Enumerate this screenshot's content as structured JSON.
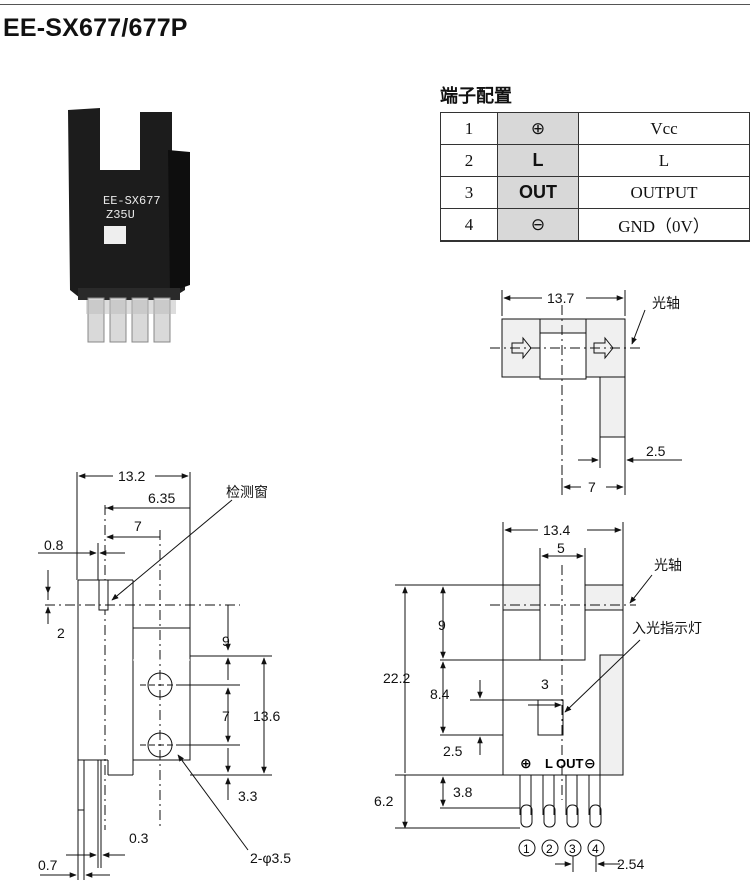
{
  "title": "EE-SX677/677P",
  "pin_config": {
    "heading": "端子配置",
    "rows": [
      {
        "num": "1",
        "symbol": "⊕",
        "desc": "Vcc"
      },
      {
        "num": "2",
        "symbol": "L",
        "desc": "L"
      },
      {
        "num": "3",
        "symbol": "OUT",
        "desc": "OUTPUT"
      },
      {
        "num": "4",
        "symbol": "⊖",
        "desc": "GND（0V）"
      }
    ]
  },
  "photo": {
    "marking_line1": "EE-SX677",
    "marking_line2": "Z35U"
  },
  "top_view": {
    "width": "13.7",
    "axis_label": "光轴",
    "tab_width": "2.5",
    "offset": "7"
  },
  "side_view": {
    "overall": "13.2",
    "offset1": "6.35",
    "offset2": "7",
    "thick": "0.8",
    "window_label": "检测窗",
    "window_h": "2",
    "d_9": "9",
    "d_7": "7",
    "d_13_6": "13.6",
    "d_3_3": "3.3",
    "pin_w": "0.3",
    "pin_t": "0.7",
    "holes": "2-φ3.5"
  },
  "front_view": {
    "width": "13.4",
    "slot": "5",
    "axis_label": "光轴",
    "indicator_label": "入光指示灯",
    "height": "22.2",
    "d_9": "9",
    "d_8_4": "8.4",
    "d_3": "3",
    "d_2_5": "2.5",
    "d_6_2": "6.2",
    "d_3_8": "3.8",
    "pitch": "2.54",
    "pin_marks": {
      "plus": "⊕",
      "l": "L",
      "out": "OUT",
      "minus": "⊖"
    },
    "pin_numbers": [
      "1",
      "2",
      "3",
      "4"
    ]
  }
}
